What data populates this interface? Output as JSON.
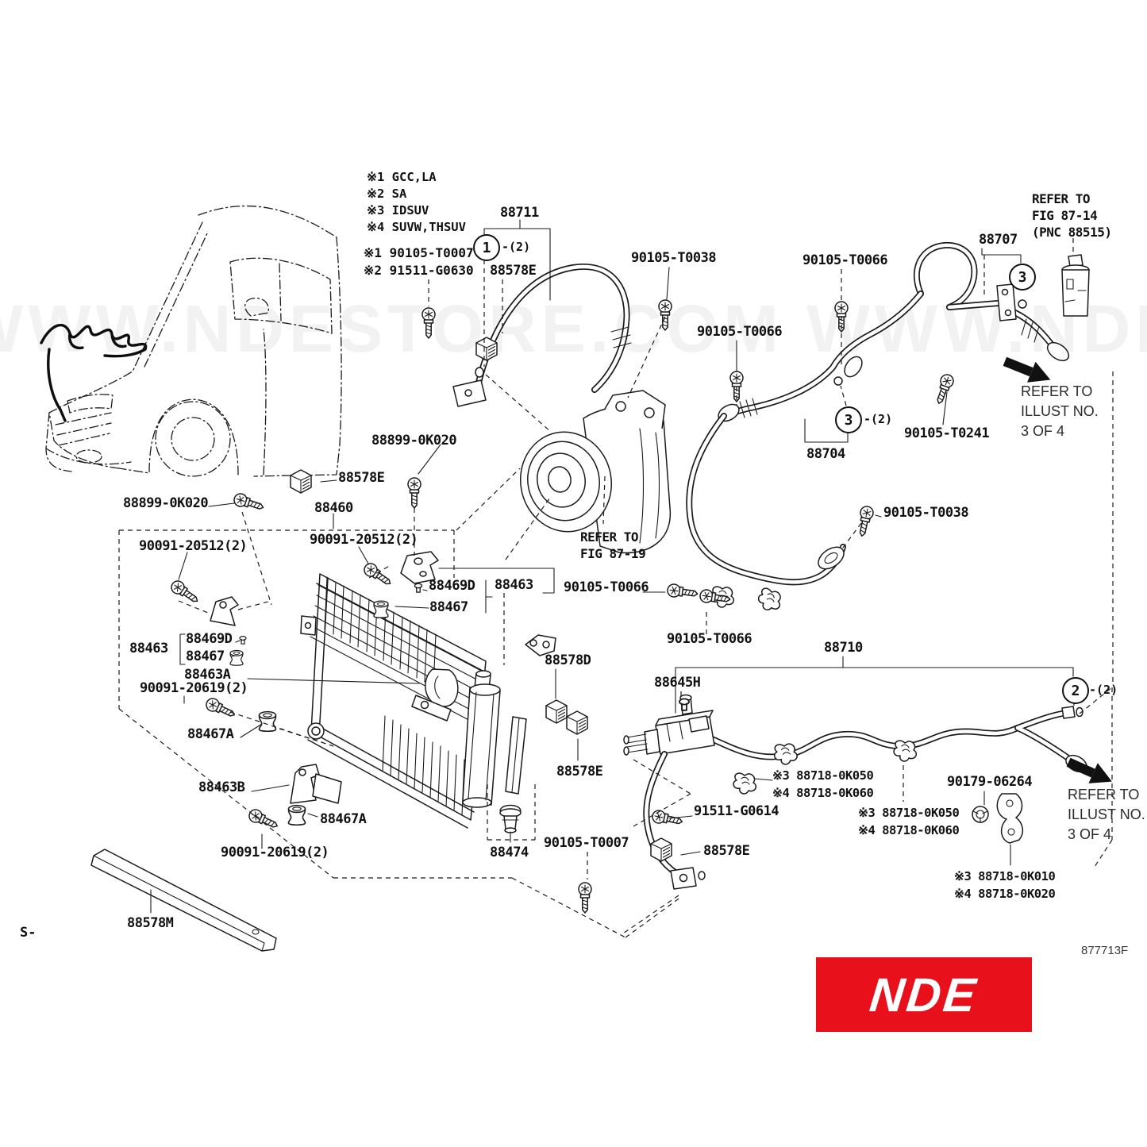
{
  "page": {
    "watermark": "WWW.NDESTORE.COM WWW.NDESTORE.COM",
    "footer_code": "877713F",
    "corner_mark": "S-",
    "logo_text": "NDE",
    "colors": {
      "logo_bg": "#e8101a",
      "logo_fg": "#ffffff",
      "line": "#1b1b1b"
    }
  },
  "legend": {
    "variants": [
      "※1 GCC,LA",
      "※2 SA",
      "※3 IDSUV",
      "※4 SUVW,THSUV"
    ],
    "alt_bolts": [
      "※1 90105-T0007",
      "※2 91511-G0630"
    ]
  },
  "callouts": [
    {
      "num": "1",
      "qty": "-(2)"
    },
    {
      "num": "3",
      "qty": ""
    },
    {
      "num": "3",
      "qty": "-(2)"
    },
    {
      "num": "2",
      "qty": "-(2)"
    }
  ],
  "refer_notes": [
    {
      "lines": [
        "REFER TO",
        "FIG 87-14",
        "(PNC 88515)"
      ]
    },
    {
      "lines": [
        "REFER TO",
        "ILLUST NO.",
        "3 OF 4"
      ]
    },
    {
      "lines": [
        "REFER TO",
        "FIG 87-19"
      ]
    },
    {
      "lines": [
        "REFER TO",
        "ILLUST NO.",
        "3 OF 4"
      ]
    }
  ],
  "part_labels": [
    "88711",
    "88578E",
    "90105-T0038",
    "90105-T0066",
    "88707",
    "90105-T0066",
    "90105-T0241",
    "88704",
    "88899-0K020",
    "88578E",
    "88899-0K020",
    "88460",
    "90091-20512(2)",
    "90091-20512(2)",
    "88469D",
    "88463",
    "88467",
    "88463",
    "88469D",
    "88467",
    "88463A",
    "90091-20619(2)",
    "88467A",
    "88463B",
    "88467A",
    "90091-20619(2)",
    "88474",
    "88578M",
    "88578D",
    "88578E",
    "90105-T0007",
    "88578E",
    "88645H",
    "91511-G0614",
    "90105-T0066",
    "90105-T0066",
    "90105-T0038",
    "88710",
    "※3 88718-0K050",
    "※4 88718-0K060",
    "※3 88718-0K050",
    "※4 88718-0K060",
    "90179-06264",
    "※3 88718-0K010",
    "※4 88718-0K020"
  ]
}
